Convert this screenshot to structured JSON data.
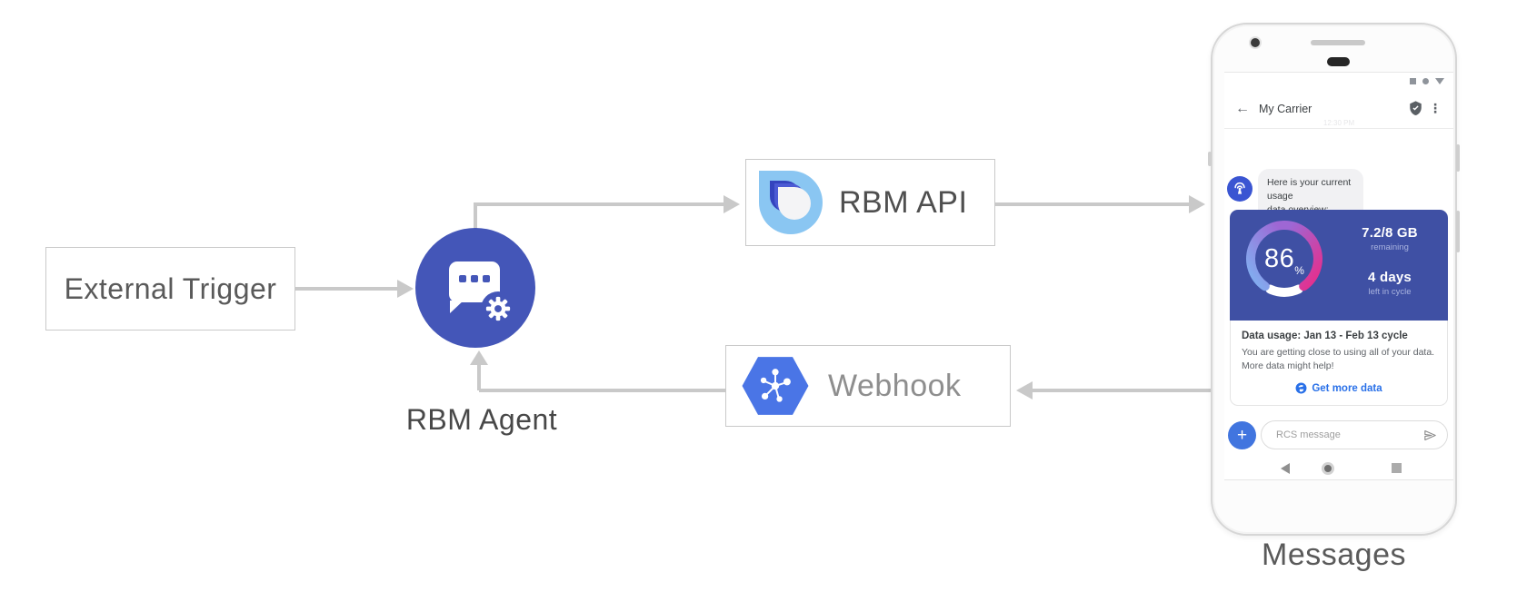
{
  "diagram": {
    "external_trigger_label": "External Trigger",
    "rbm_agent_label": "RBM Agent",
    "rbm_api_label": "RBM API",
    "webhook_label": "Webhook",
    "phone_caption": "Messages"
  },
  "phone": {
    "header": {
      "title": "My Carrier",
      "timestamp": "12:30 PM"
    },
    "chat": {
      "agent_message_line1": "Here is your current usage",
      "agent_message_line2": "data overview:"
    },
    "usage_card": {
      "percent_value": "86",
      "percent_unit": "%",
      "data_amount": "7.2/8 GB",
      "data_amount_caption": "remaining",
      "days_value": "4 days",
      "days_caption": "left in cycle",
      "title": "Data usage: Jan 13 - Feb 13 cycle",
      "body_line1": "You are getting close to using all of your data.",
      "body_line2": "More data might help!",
      "cta_label": "Get more data"
    },
    "composer": {
      "placeholder": "RCS message",
      "plus_label": "+"
    }
  },
  "icons": {
    "back": "←",
    "overflow": "⋮"
  },
  "colors": {
    "agent_blue": "#4456B8",
    "card_blue": "#3F50A4",
    "gauge_start": "#7FB3F2",
    "gauge_mid": "#9E67D4",
    "gauge_end": "#E62E8C",
    "link_blue": "#2970E8",
    "hexagon_blue": "#4A75E6",
    "logo_light_blue": "#8AC6F2",
    "logo_dark_blue": "#3444BE",
    "avatar_blue": "#3A55D2",
    "plus_blue": "#4175DF",
    "arrow_gray": "#C9C9C9"
  }
}
